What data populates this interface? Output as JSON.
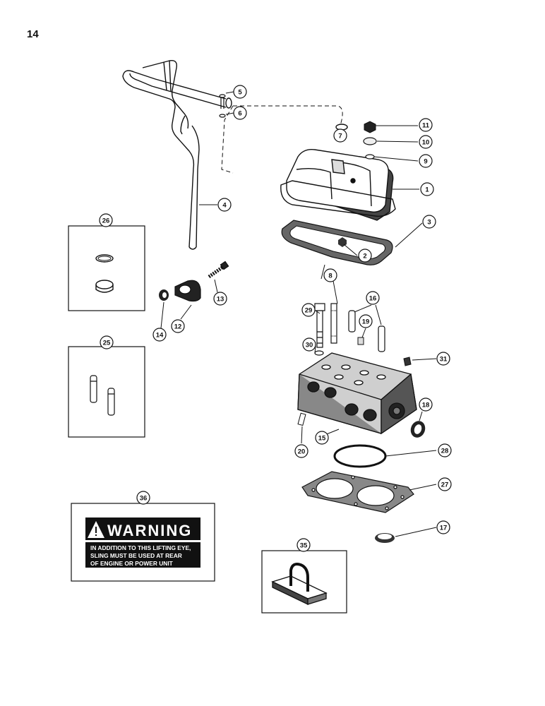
{
  "page": {
    "number": "14"
  },
  "callouts": [
    {
      "id": "callout-1",
      "label": "1"
    },
    {
      "id": "callout-2",
      "label": "2"
    },
    {
      "id": "callout-3",
      "label": "3"
    },
    {
      "id": "callout-4",
      "label": "4"
    },
    {
      "id": "callout-5",
      "label": "5"
    },
    {
      "id": "callout-6",
      "label": "6"
    },
    {
      "id": "callout-7",
      "label": "7"
    },
    {
      "id": "callout-8",
      "label": "8"
    },
    {
      "id": "callout-9",
      "label": "9"
    },
    {
      "id": "callout-10",
      "label": "10"
    },
    {
      "id": "callout-11",
      "label": "11"
    },
    {
      "id": "callout-12",
      "label": "12"
    },
    {
      "id": "callout-13",
      "label": "13"
    },
    {
      "id": "callout-14",
      "label": "14"
    },
    {
      "id": "callout-15",
      "label": "15"
    },
    {
      "id": "callout-16",
      "label": "16"
    },
    {
      "id": "callout-17",
      "label": "17"
    },
    {
      "id": "callout-18",
      "label": "18"
    },
    {
      "id": "callout-19",
      "label": "19"
    },
    {
      "id": "callout-20",
      "label": "20"
    },
    {
      "id": "callout-25",
      "label": "25"
    },
    {
      "id": "callout-26",
      "label": "26"
    },
    {
      "id": "callout-27",
      "label": "27"
    },
    {
      "id": "callout-28",
      "label": "28"
    },
    {
      "id": "callout-29",
      "label": "29"
    },
    {
      "id": "callout-30",
      "label": "30"
    },
    {
      "id": "callout-31",
      "label": "31"
    },
    {
      "id": "callout-35",
      "label": "35"
    },
    {
      "id": "callout-36",
      "label": "36"
    }
  ],
  "warning_decal": {
    "title": "WARNING",
    "lines": [
      "IN ADDITION TO THIS LIFTING EYE,",
      "SLING MUST BE USED AT REAR",
      "OF ENGINE OR POWER UNIT"
    ]
  }
}
